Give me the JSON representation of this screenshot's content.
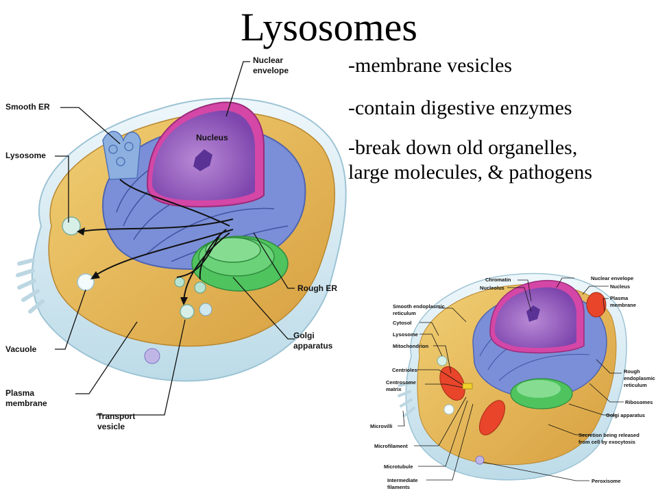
{
  "slide": {
    "title": "Lysosomes",
    "bullets": [
      "-membrane vesicles",
      "-contain digestive enzymes",
      "-break down old organelles,",
      "large molecules, & pathogens"
    ]
  },
  "large_figure": {
    "labels": {
      "nuclear_envelope_1": "Nuclear",
      "nuclear_envelope_2": "envelope",
      "nucleus": "Nucleus",
      "smooth_er": "Smooth ER",
      "lysosome": "Lysosome",
      "rough_er": "Rough ER",
      "golgi_1": "Golgi",
      "golgi_2": "apparatus",
      "vacuole": "Vacuole",
      "plasma_membrane_1": "Plasma",
      "plasma_membrane_2": "membrane",
      "transport_vesicle_1": "Transport",
      "transport_vesicle_2": "vesicle"
    }
  },
  "small_figure": {
    "labels": {
      "chromatin": "Chromatin",
      "nucleolus": "Nucleolus",
      "nuclear_envelope": "Nuclear envelope",
      "nucleus": "Nucleus",
      "plasma_membrane_1": "Plasma",
      "plasma_membrane_2": "membrane",
      "smooth_er_1": "Smooth endoplasmic",
      "smooth_er_2": "reticulum",
      "cytosol": "Cytosol",
      "lysosome": "Lysosome",
      "mitochondrion": "Mitochondrion",
      "centrioles": "Centrioles",
      "centrosome_1": "Centrosome",
      "centrosome_2": "matrix",
      "microvilli": "Microvilli",
      "microfilament": "Microfilament",
      "microtubule": "Microtubule",
      "intermediate_1": "Intermediate",
      "intermediate_2": "filaments",
      "rough_er_1": "Rough",
      "rough_er_2": "endoplasmic",
      "rough_er_3": "reticulum",
      "ribosomes": "Ribosomes",
      "golgi": "Golgi apparatus",
      "secretion_1": "Secretion being released",
      "secretion_2": "from cell by exocytosis",
      "peroxisome": "Peroxisome"
    }
  },
  "colors": {
    "cytoplasm": "#e8b85a",
    "membrane": "#d7ecf3",
    "er": "#7a8fd6",
    "nucleus": "#a15cc8",
    "envelope": "#d53fa6",
    "golgi": "#4cc25c",
    "mito": "#e8452a"
  }
}
